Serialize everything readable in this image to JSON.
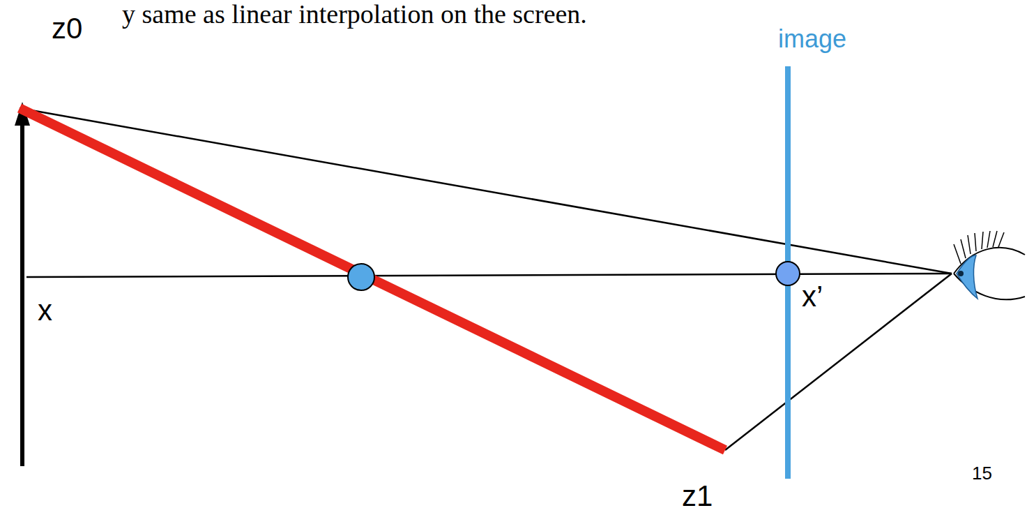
{
  "diagram": {
    "labels": [
      "y same as linear interpolation on the screen.",
      "image",
      "z0",
      "x",
      "x’",
      "z1",
      "15"
    ]
  }
}
